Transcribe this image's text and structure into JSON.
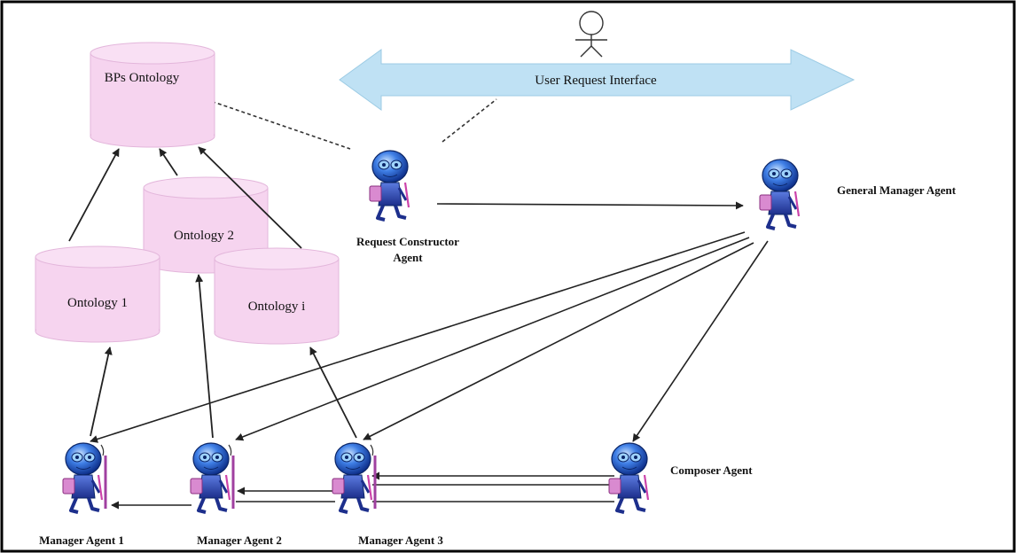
{
  "interface": {
    "label": "User Request Interface",
    "icon": "user-stick-figure-icon"
  },
  "databases": {
    "main": "BPs Ontology",
    "o1": "Ontology 1",
    "o2": "Ontology 2",
    "oi": "Ontology i"
  },
  "agents": {
    "request_constructor": {
      "line1": "Request Constructor",
      "line2": "Agent",
      "icon": "robot-agent-icon"
    },
    "general_manager": {
      "label": "General Manager Agent",
      "icon": "robot-agent-icon"
    },
    "composer": {
      "label": "Composer Agent",
      "icon": "robot-agent-icon"
    },
    "manager1": {
      "label": "Manager Agent 1",
      "icon": "robot-agent-icon"
    },
    "manager2": {
      "label": "Manager Agent 2",
      "icon": "robot-agent-icon"
    },
    "manager3": {
      "label": "Manager Agent 3",
      "icon": "robot-agent-icon"
    }
  },
  "colors": {
    "database_fill": "#f6d4ef",
    "database_stroke": "#e3b6db",
    "interface_fill": "#bfe1f4",
    "arrow": "#222222",
    "frame": "#000000"
  }
}
